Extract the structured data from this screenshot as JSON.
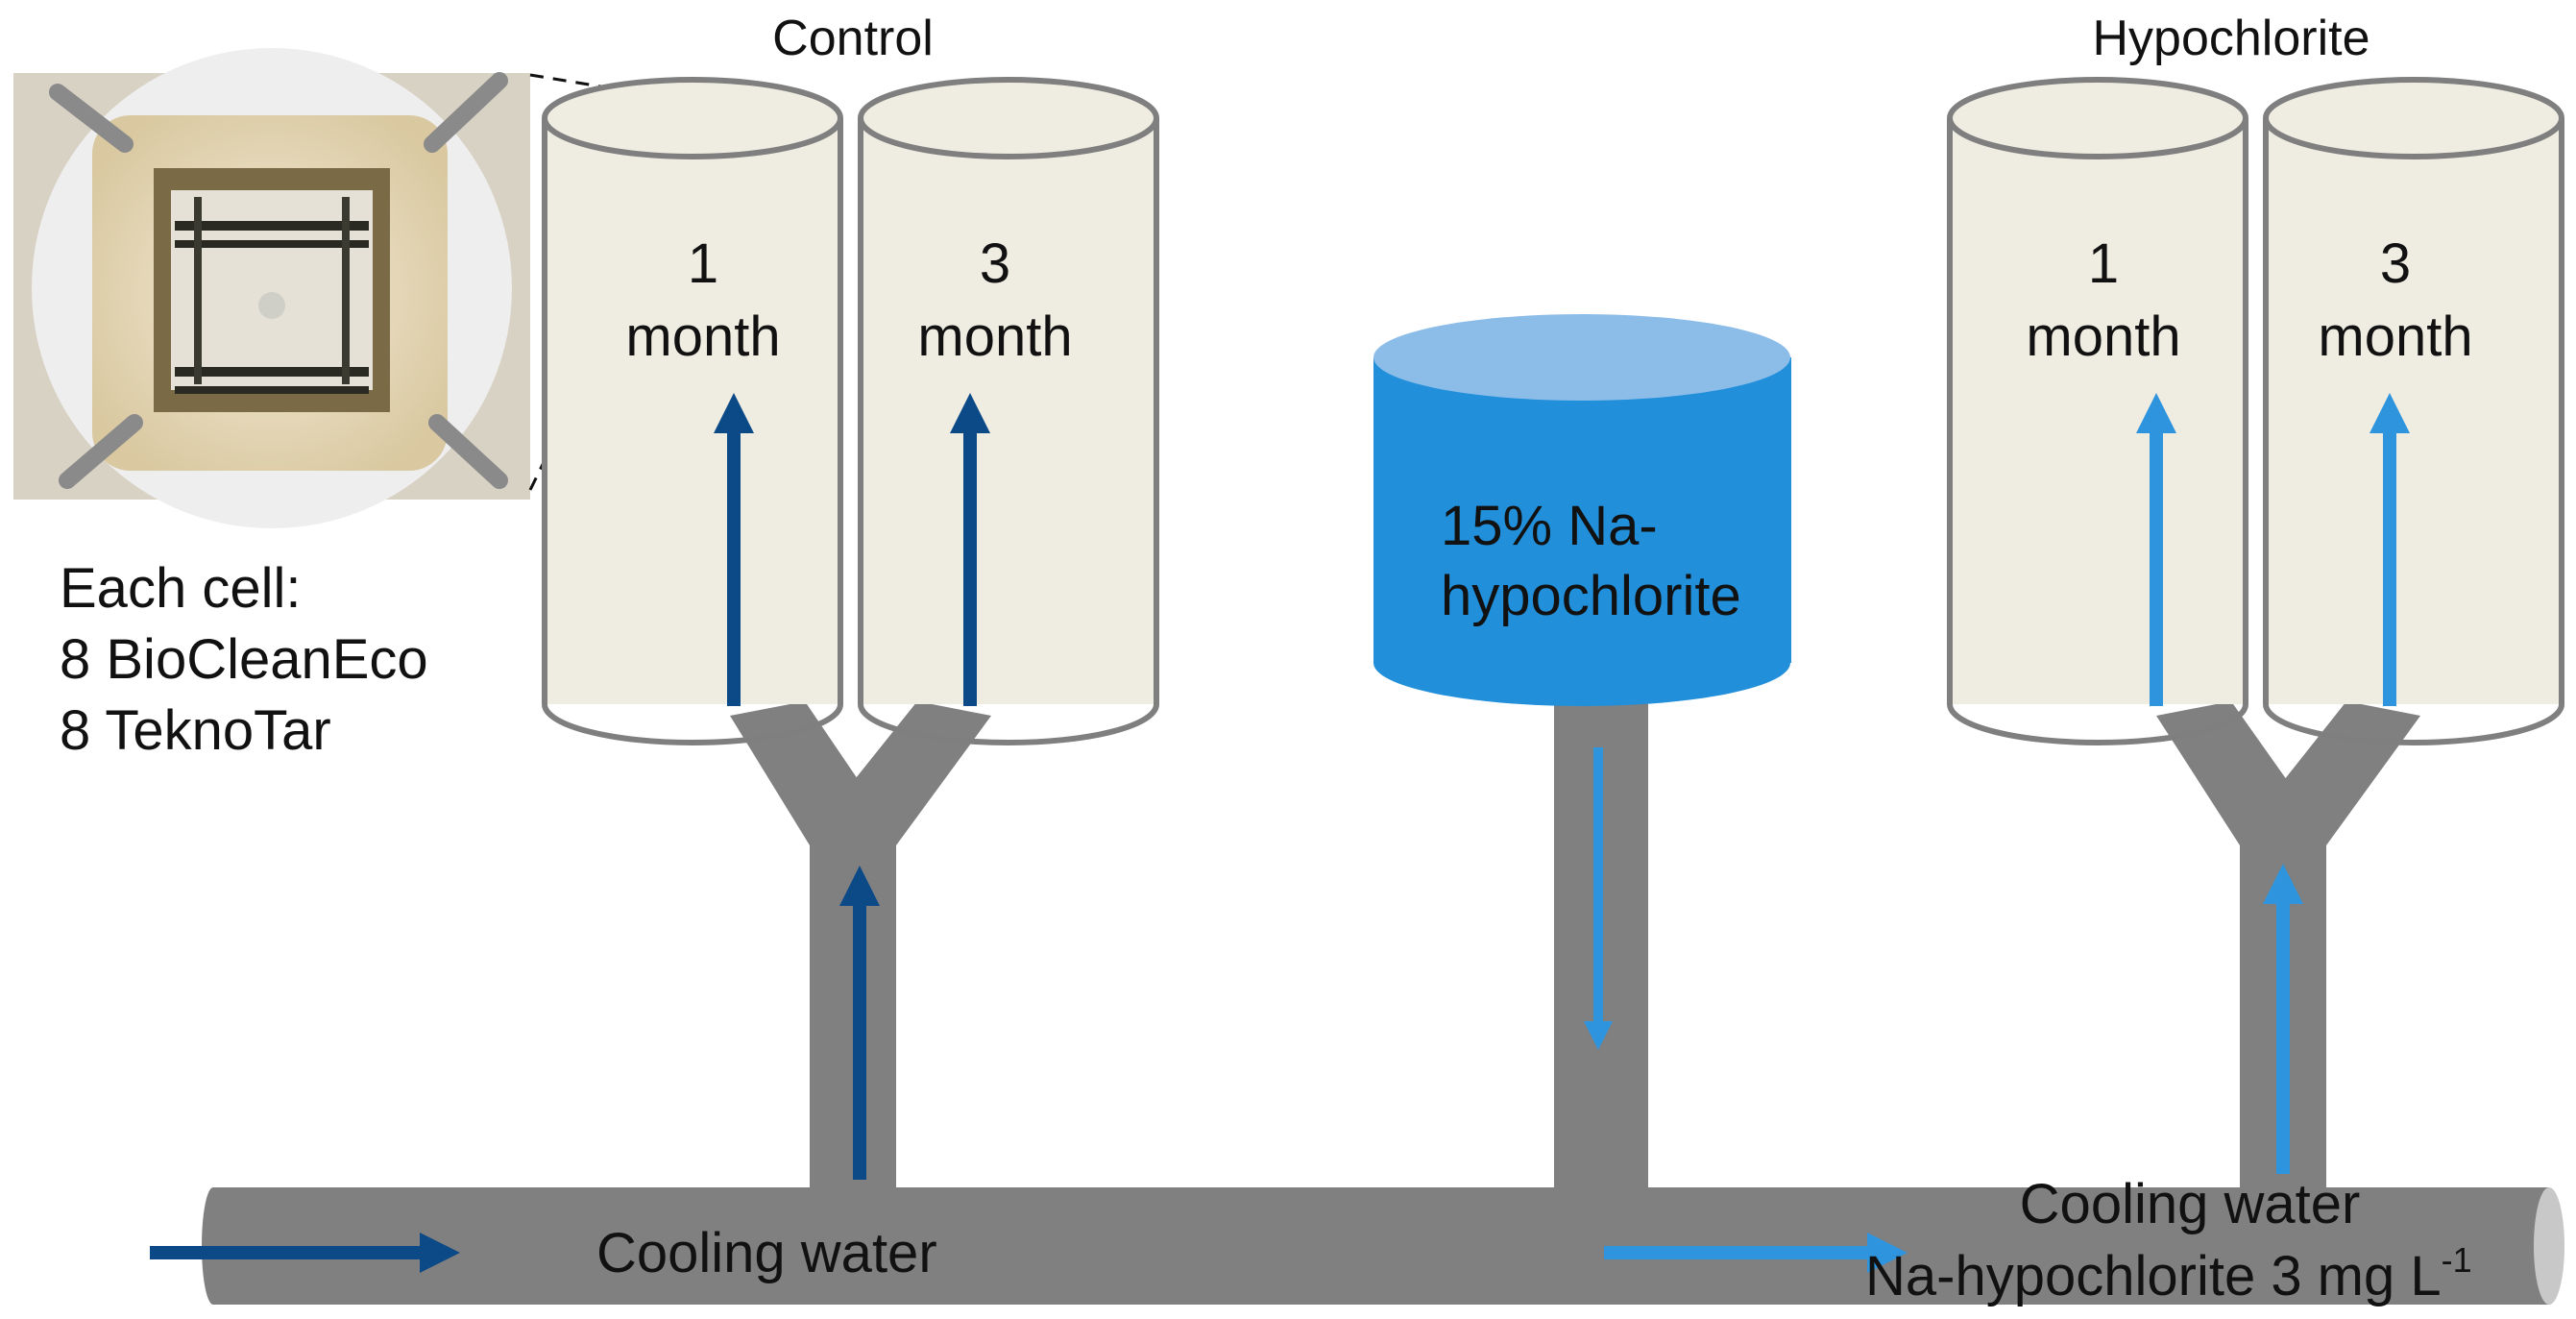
{
  "groups": {
    "control": {
      "title": "Control",
      "cell_1": {
        "line1": "1",
        "line2": "month"
      },
      "cell_3": {
        "line1": "3",
        "line2": "month"
      }
    },
    "hypochlorite": {
      "title": "Hypochlorite",
      "cell_1": {
        "line1": "1",
        "line2": "month"
      },
      "cell_3": {
        "line1": "3",
        "line2": "month"
      }
    }
  },
  "tank": {
    "line1": "15% Na-",
    "line2": "hypochlorite"
  },
  "cell_info": {
    "line1": "Each cell:",
    "line2": "8 BioCleanEco",
    "line3": "8 TeknoTar"
  },
  "pipe_labels": {
    "inlet": "Cooling water",
    "outlet_line1": "Cooling water",
    "outlet_line2_prefix": "Na-hypochlorite 3 mg L",
    "outlet_line2_superscript": "-1"
  },
  "colors": {
    "cylinder_fill": "#efede2",
    "cylinder_stroke": "#7f7f7f",
    "pipe": "#808080",
    "tank_side": "#218fd9",
    "tank_top": "#8cbde8",
    "arrow_dark": "#0b4a86",
    "arrow_light": "#2e94dd"
  },
  "icons": [
    "photo-inset",
    "flow-arrow"
  ]
}
